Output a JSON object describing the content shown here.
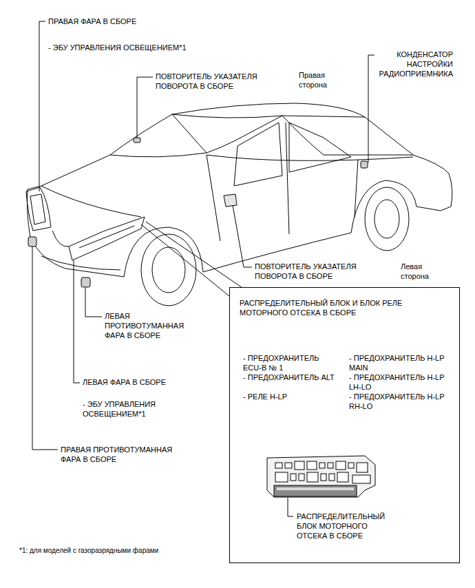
{
  "diagram": {
    "nodes": [
      {
        "text": [
          "РАСПРЕДЕЛИТЕЛЬНЫЙ БЛОК И БЛОК РЕЛЕ МОТОРНОГО ОТСЕКА В СБОРЕ",
          "- ПРЕДОХРАНИТЕЛЬ ECU-B № 1",
          "- ПРЕДОХРАНИТЕЛЬ ALT",
          "- РЕЛЕ H-LP",
          "- ПРЕДОХРАНИТЕЛЬ H-LP MAIN",
          "- ПРЕДОХРАНИТЕЛЬ H-LP LH-LO",
          "- ПРЕДОХРАНИТЕЛЬ H-LP RH-LO",
          "РАСПРЕДЕЛИТЕЛЬНЫЙ БЛОК МОТОРНОГО ОТСЕКА В СБОРЕ"
        ]
      }
    ],
    "edges": [],
    "labels": [
      "ПРАВАЯ ФАРА В СБОРЕ",
      "- ЭБУ УПРАВЛЕНИЯ ОСВЕЩЕНИЕМ*1",
      "КОНДЕНСАТОР НАСТРОЙКИ РАДИОПРИЕМНИКА",
      "ПОВТОРИТЕЛЬ УКАЗАТЕЛЯ ПОВОРОТА В СБОРЕ",
      "Правая сторона",
      "ПОВТОРИТЕЛЬ УКАЗАТЕЛЯ ПОВОРОТА В СБОРЕ",
      "Левая сторона",
      "ЛЕВАЯ ПРОТИВОТУМАННАЯ ФАРА В СБОРЕ",
      "ЛЕВАЯ ФАРА В СБОРЕ",
      "- ЭБУ УПРАВЛЕНИЯ ОСВЕЩЕНИЕМ*1",
      "ПРАВАЯ ПРОТИВОТУМАННАЯ ФАРА В СБОРЕ",
      "*1: для моделей с газоразрядными фарами"
    ]
  }
}
